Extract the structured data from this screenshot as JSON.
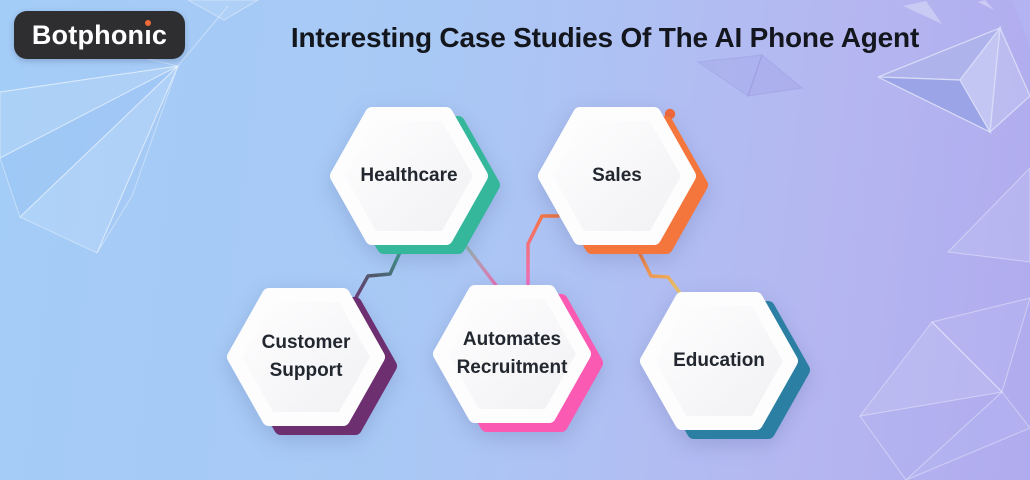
{
  "brand": {
    "logo_text": "Botphonic",
    "logo_render": {
      "pre": "Botphon",
      "i_stem": "ı",
      "post": "c"
    },
    "logo_bg": "#2e2e31",
    "logo_text_color": "#ffffff",
    "dot_color": "#f2693a"
  },
  "header": {
    "title": "Interesting Case Studies Of The AI Phone Agent",
    "title_color": "#13161c"
  },
  "diagram": {
    "nodes": [
      {
        "label": "Healthcare",
        "accent": "#35b79b"
      },
      {
        "label": "Sales",
        "accent": "#f5763c"
      },
      {
        "label": "Customer Support",
        "accent": "#6d2f70"
      },
      {
        "label": "Automates Recruitment",
        "accent": "#fa5ab2"
      },
      {
        "label": "Education",
        "accent": "#2b7fa3"
      }
    ],
    "connectors": [
      {
        "from": "Healthcare",
        "to": "Customer Support",
        "color_start": "#3fa292",
        "color_mid": "#4f5a6c",
        "color_end": "#713c78"
      },
      {
        "from": "Healthcare",
        "to": "Automates Recruitment",
        "color_start": "#86beb2",
        "color_end": "#ee6cb2"
      },
      {
        "from": "Sales",
        "to": "Automates Recruitment",
        "color_start": "#f5763c",
        "color_end": "#ef6cba"
      },
      {
        "from": "Sales",
        "to": "Education",
        "color_start": "#f5763c",
        "color_end": "#e9c468"
      }
    ],
    "accent_dot_color": "#f2693a"
  },
  "background": {
    "gradient_left": "#a3ccf7",
    "gradient_right": "#b0abee"
  }
}
